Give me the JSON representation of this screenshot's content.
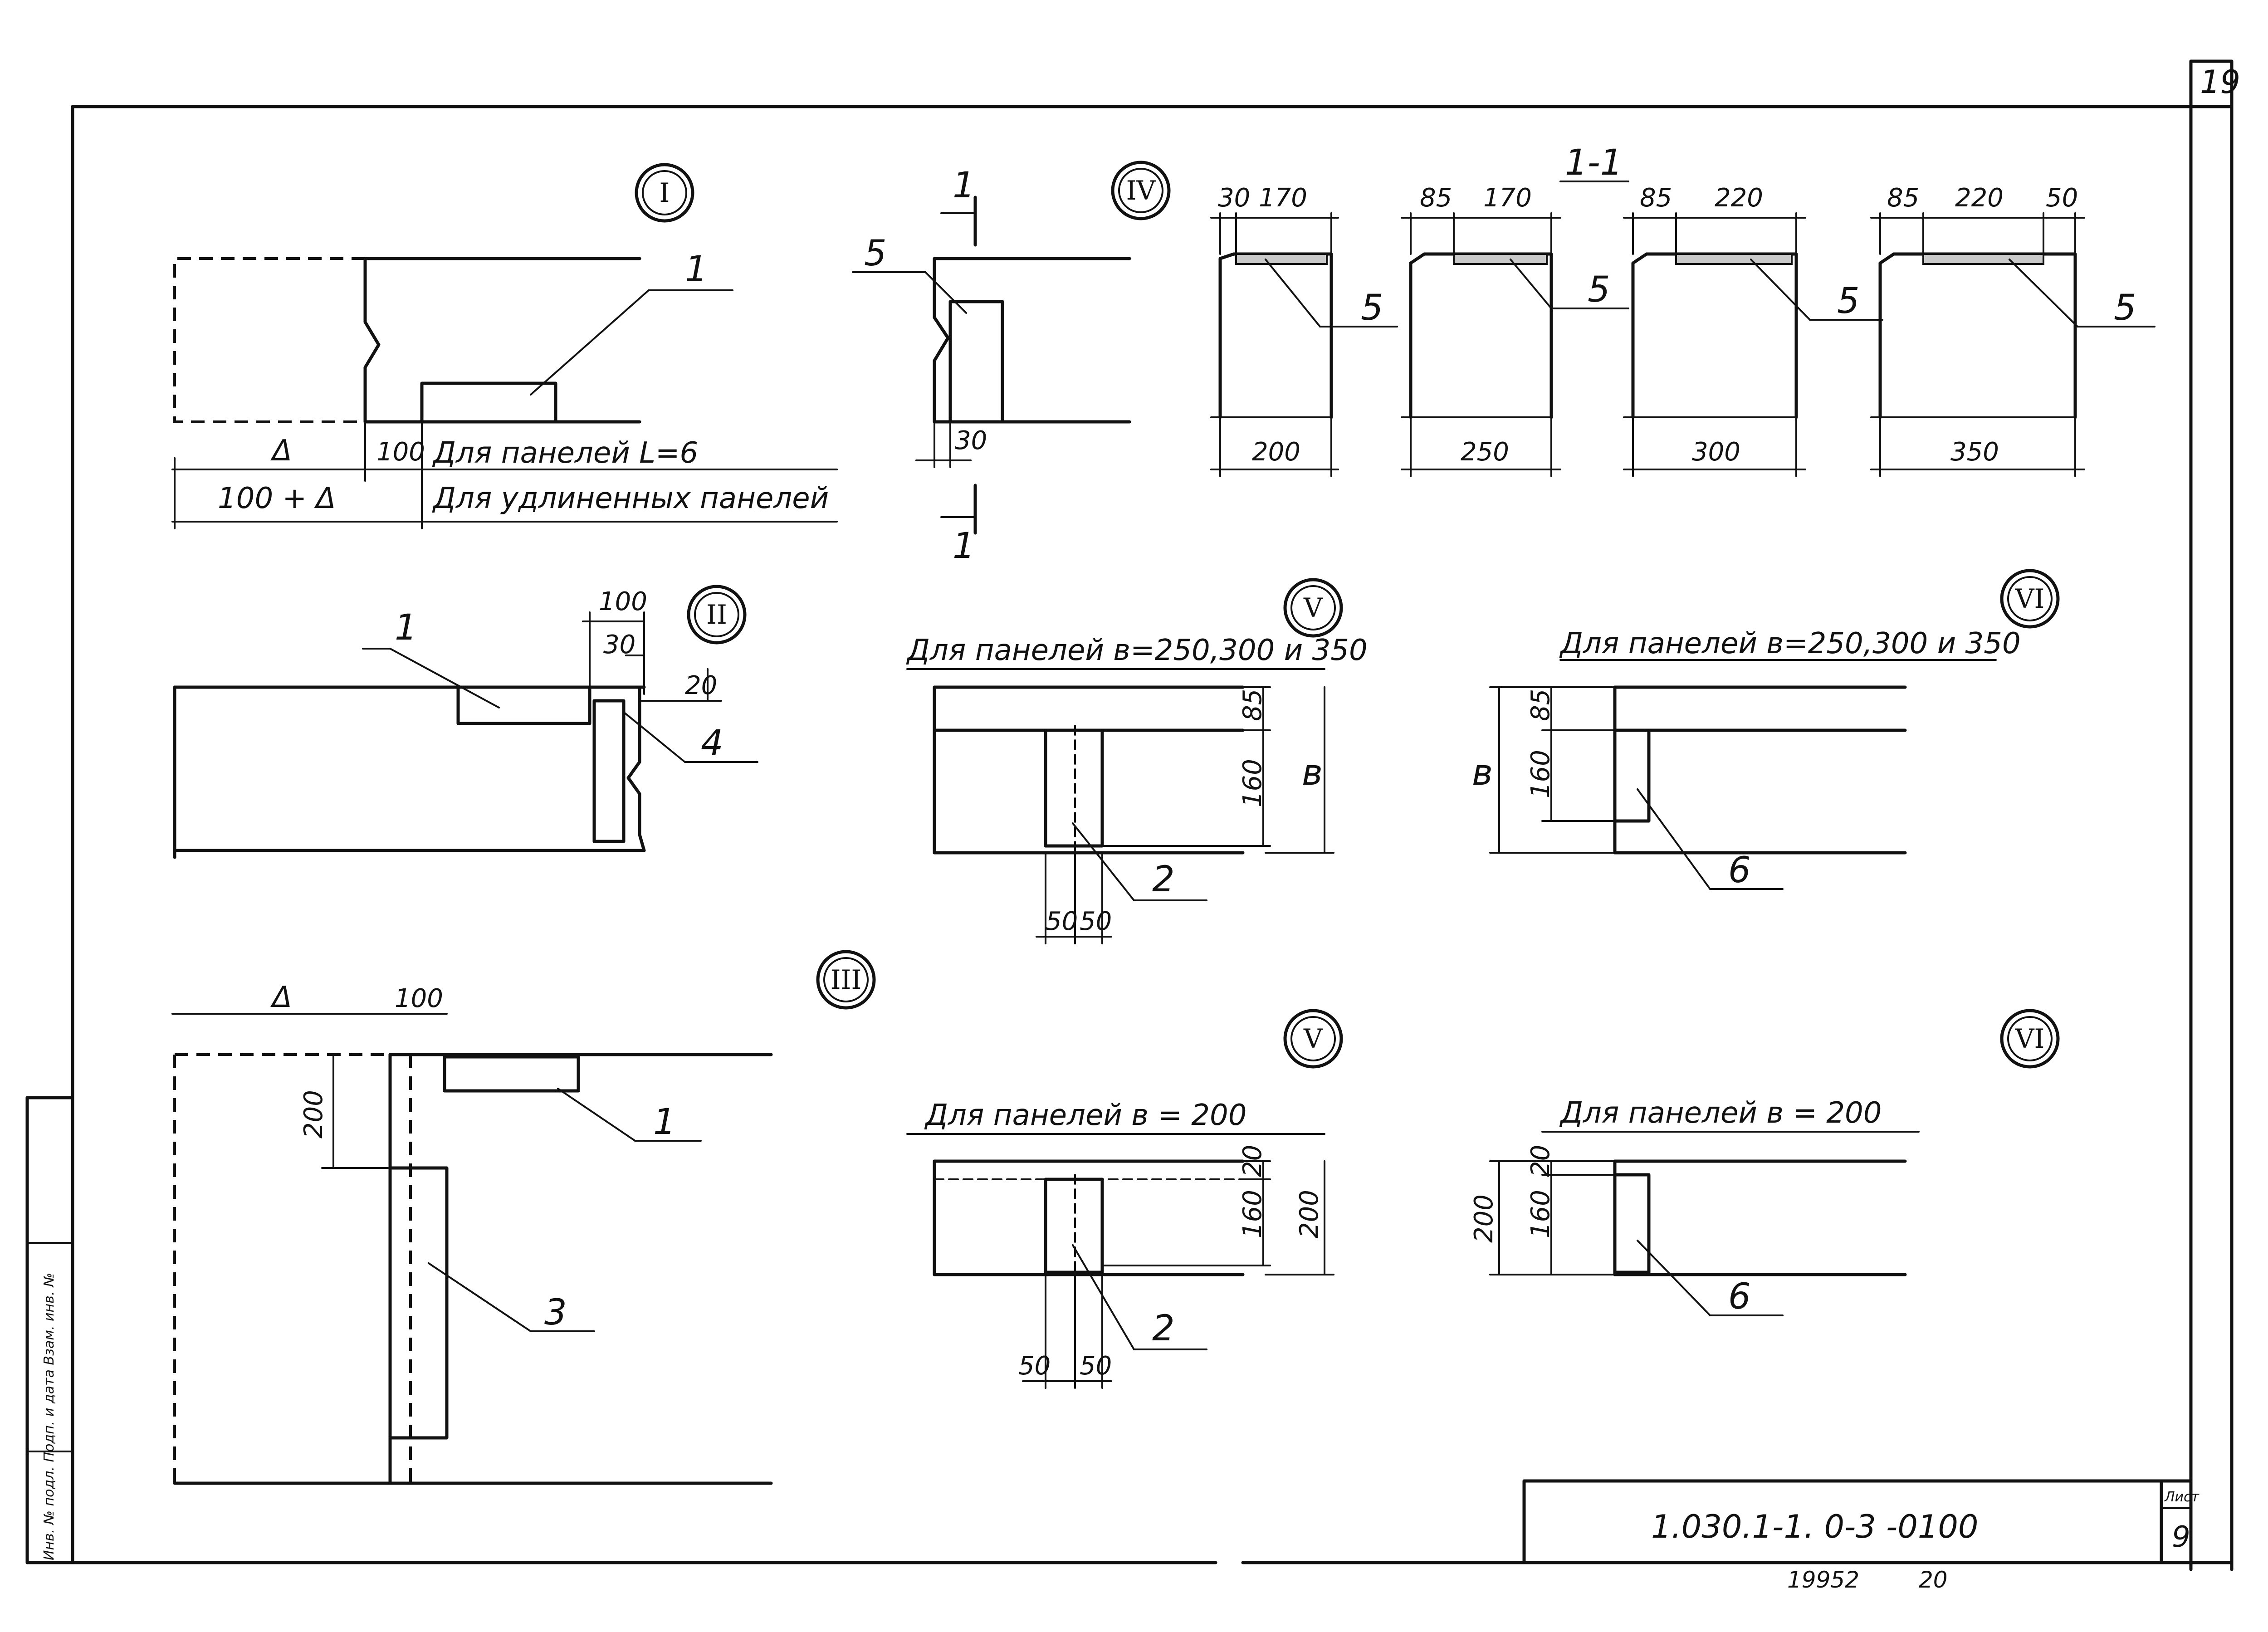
{
  "sheet": {
    "page_number": "19",
    "doc_code": "1.030.1-1. 0-3 -0100",
    "sheet_label": "Лист",
    "sheet_no": "9",
    "footer_left": "19952",
    "footer_right": "20",
    "side_stamp": "Инв. № подл.   Подп. и дата   Взам. инв. №"
  },
  "callouts": {
    "I": "I",
    "II": "II",
    "III": "III",
    "IV": "IV",
    "V_a": "V",
    "V_b": "V",
    "VI_a": "VI",
    "VI_b": "VI"
  },
  "view_I": {
    "delta": "Δ",
    "dim_100": "100",
    "note_L6": "Для панелей L=6",
    "dim_100_delta": "100 + Δ",
    "note_long": "Для удлиненных панелей",
    "pos_1": "1"
  },
  "view_II": {
    "dim_100": "100",
    "dim_30": "30",
    "dim_20": "20",
    "pos_1": "1",
    "pos_4": "4"
  },
  "view_III": {
    "delta": "Δ",
    "dim_100": "100",
    "dim_200": "200",
    "pos_1": "1",
    "pos_3": "3"
  },
  "view_IV": {
    "cut_mark": "1",
    "pos_5": "5",
    "dim_30": "30"
  },
  "section_11": {
    "title": "1-1",
    "sections": [
      {
        "top_a": "30",
        "top_b": "170",
        "top_c": "",
        "width": "200",
        "pos": "5"
      },
      {
        "top_a": "85",
        "top_b": "170",
        "top_c": "",
        "width": "250",
        "pos": "5"
      },
      {
        "top_a": "85",
        "top_b": "220",
        "top_c": "",
        "width": "300",
        "pos": "5"
      },
      {
        "top_a": "85",
        "top_b": "220",
        "top_c": "50",
        "width": "350",
        "pos": "5"
      }
    ]
  },
  "view_V_a": {
    "caption": "Для панелей  в=250,300 и 350",
    "dim_85": "85",
    "dim_160": "160",
    "dim_b": "в",
    "dim_50a": "50",
    "dim_50b": "50",
    "pos_2": "2"
  },
  "view_VI_a": {
    "caption": "Для панелей  в=250,300 и 350",
    "dim_85": "85",
    "dim_160": "160",
    "dim_b": "в",
    "pos_6": "6"
  },
  "view_V_b": {
    "caption": "Для панелей  в = 200",
    "dim_20": "20",
    "dim_160": "160",
    "dim_200": "200",
    "dim_50a": "50",
    "dim_50b": "50",
    "pos_2": "2"
  },
  "view_VI_b": {
    "caption": "Для панелей  в = 200",
    "dim_20": "20",
    "dim_160": "160",
    "dim_200": "200",
    "pos_6": "6"
  }
}
